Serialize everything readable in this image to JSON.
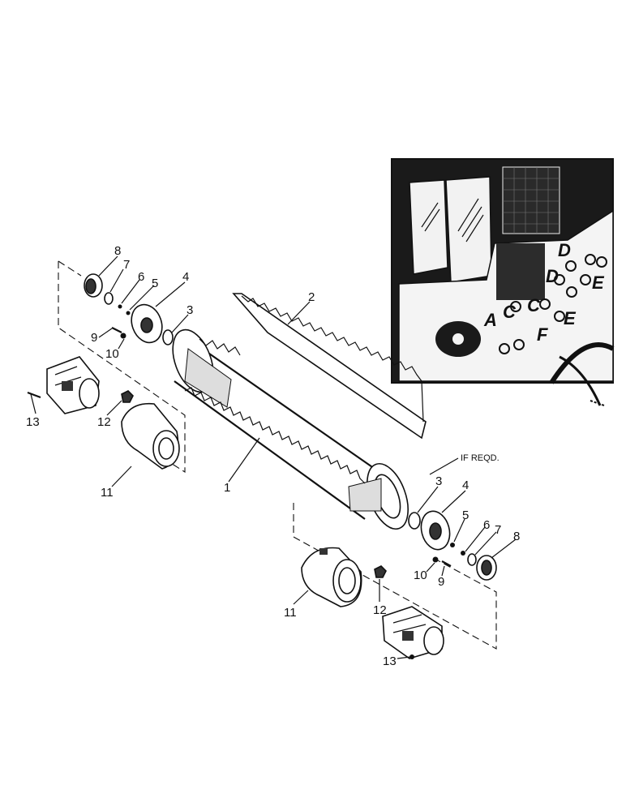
{
  "callouts": {
    "c1a": "1",
    "c2a": "2",
    "c3a": "3",
    "c3b": "3",
    "c4a": "4",
    "c4b": "4",
    "c5a": "5",
    "c5b": "5",
    "c6a": "6",
    "c6b": "6",
    "c7a": "7",
    "c7b": "7",
    "c8a": "8",
    "c8b": "8",
    "c9a": "9",
    "c9b": "9",
    "c10a": "10",
    "c10b": "10",
    "c11a": "11",
    "c11b": "11",
    "c12a": "12",
    "c12b": "12",
    "c13a": "13",
    "c13b": "13"
  },
  "note": "IF REQD.",
  "inset_labels": {
    "A": "A",
    "C1": "C",
    "C2": "C",
    "D1": "D",
    "D2": "D",
    "E1": "E",
    "E2": "E",
    "F": "F"
  },
  "colors": {
    "ink": "#111111",
    "inset_fill": "#1a1a1a",
    "paper": "#ffffff"
  }
}
